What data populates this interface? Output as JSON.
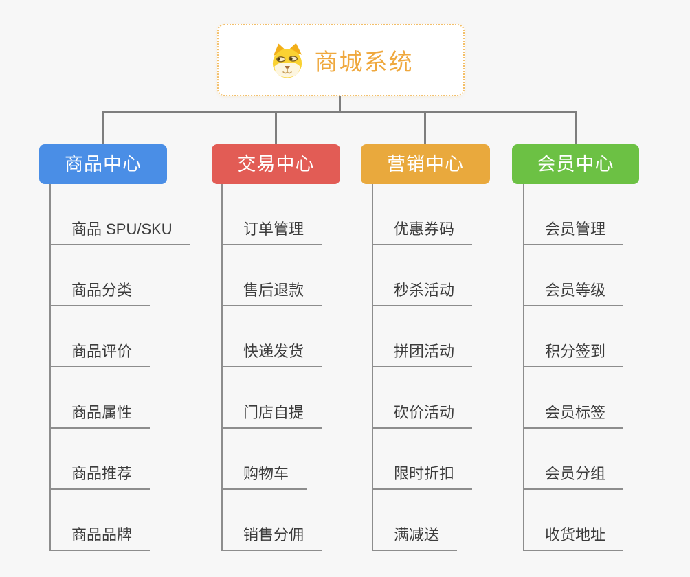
{
  "root": {
    "title": "商城系统",
    "icon": "doge-icon",
    "title_color": "#efa83e",
    "border_color": "#f3bf69"
  },
  "branches": [
    {
      "label": "商品中心",
      "color": "#4a8ee6",
      "items": [
        "商品 SPU/SKU",
        "商品分类",
        "商品评价",
        "商品属性",
        "商品推荐",
        "商品品牌"
      ]
    },
    {
      "label": "交易中心",
      "color": "#e25c55",
      "items": [
        "订单管理",
        "售后退款",
        "快递发货",
        "门店自提",
        "购物车",
        "销售分佣"
      ]
    },
    {
      "label": "营销中心",
      "color": "#e9a93d",
      "items": [
        "优惠券码",
        "秒杀活动",
        "拼团活动",
        "砍价活动",
        "限时折扣",
        "满减送"
      ]
    },
    {
      "label": "会员中心",
      "color": "#6cc144",
      "items": [
        "会员管理",
        "会员等级",
        "积分签到",
        "会员标签",
        "会员分组",
        "收货地址"
      ]
    }
  ],
  "colors": {
    "background": "#f7f7f7",
    "connector": "#7e7e7e",
    "leaf_line": "#8d8d8d",
    "leaf_text": "#3c3c3c"
  }
}
